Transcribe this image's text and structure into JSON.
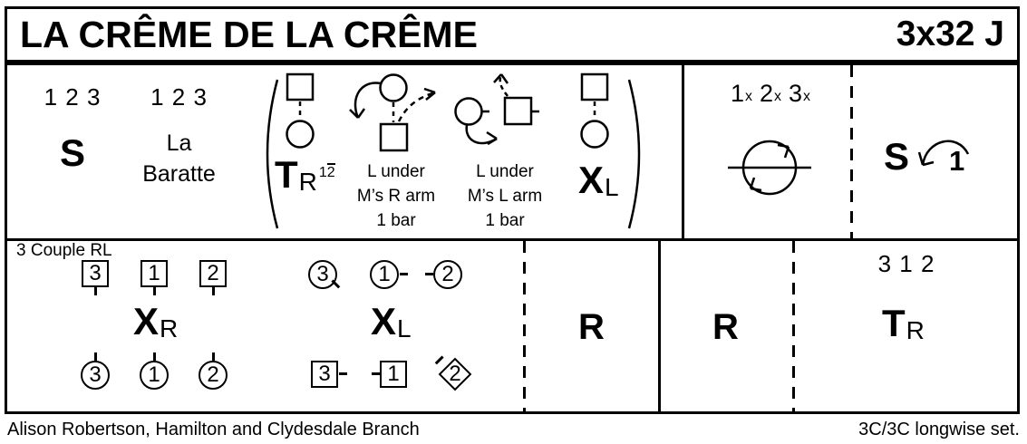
{
  "colors": {
    "ink": "#000000",
    "paper": "#ffffff"
  },
  "icons": {
    "man-square-icon": "square outline",
    "woman-circle-icon": "circle outline",
    "diamond-icon": "rotated square outline",
    "hands-round-icon": "circle with horizontal bar and rotation arrowheads",
    "turn-arrow-icon": "counterclockwise arc arrow",
    "open-paren-icon": "(",
    "close-paren-icon": ")",
    "solid-arrow-icon": "curved solid arrow",
    "dashed-arrow-icon": "curved dashed arrow"
  },
  "header": {
    "title": "LA CRÊME DE LA CRÊME",
    "code": "3x32 J"
  },
  "top_row": {
    "set_cell": {
      "numbers": "1 2 3",
      "symbol": "S"
    },
    "baratte_cell": {
      "numbers": "1 2 3",
      "name_line1": "La",
      "name_line2": "Baratte"
    },
    "fig_turn": {
      "letter": "T",
      "sub": "R",
      "frac_num": "1",
      "frac_den": "2"
    },
    "fig_under_r": {
      "line1": "L under",
      "line2": "M’s R arm",
      "line3": "1 bar"
    },
    "fig_under_l": {
      "line1": "L under",
      "line2": "M’s L arm",
      "line3": "1 bar"
    },
    "fig_cross": {
      "letter": "X",
      "sub": "L"
    },
    "circle_cell": {
      "n1": "1",
      "n2": "2",
      "n3": "3",
      "x": "x"
    },
    "set_turn_cell": {
      "symbol": "S",
      "count": "1"
    }
  },
  "bottom_row": {
    "caption": "3 Couple RL",
    "xr_fig": {
      "squares": [
        "3",
        "1",
        "2"
      ],
      "letter": "X",
      "sub": "R",
      "circles": [
        "3",
        "1",
        "2"
      ]
    },
    "xl_fig": {
      "circles": [
        "3",
        "1",
        "2"
      ],
      "letter": "X",
      "sub": "L",
      "bottom": [
        "3",
        "1",
        "2"
      ]
    },
    "reel1": "R",
    "reel2": "R",
    "turn_cell": {
      "numbers": "3 1 2",
      "letter": "T",
      "sub": "R"
    }
  },
  "footer": {
    "credit": "Alison Robertson, Hamilton and Clydesdale Branch",
    "set": "3C/3C longwise set."
  }
}
